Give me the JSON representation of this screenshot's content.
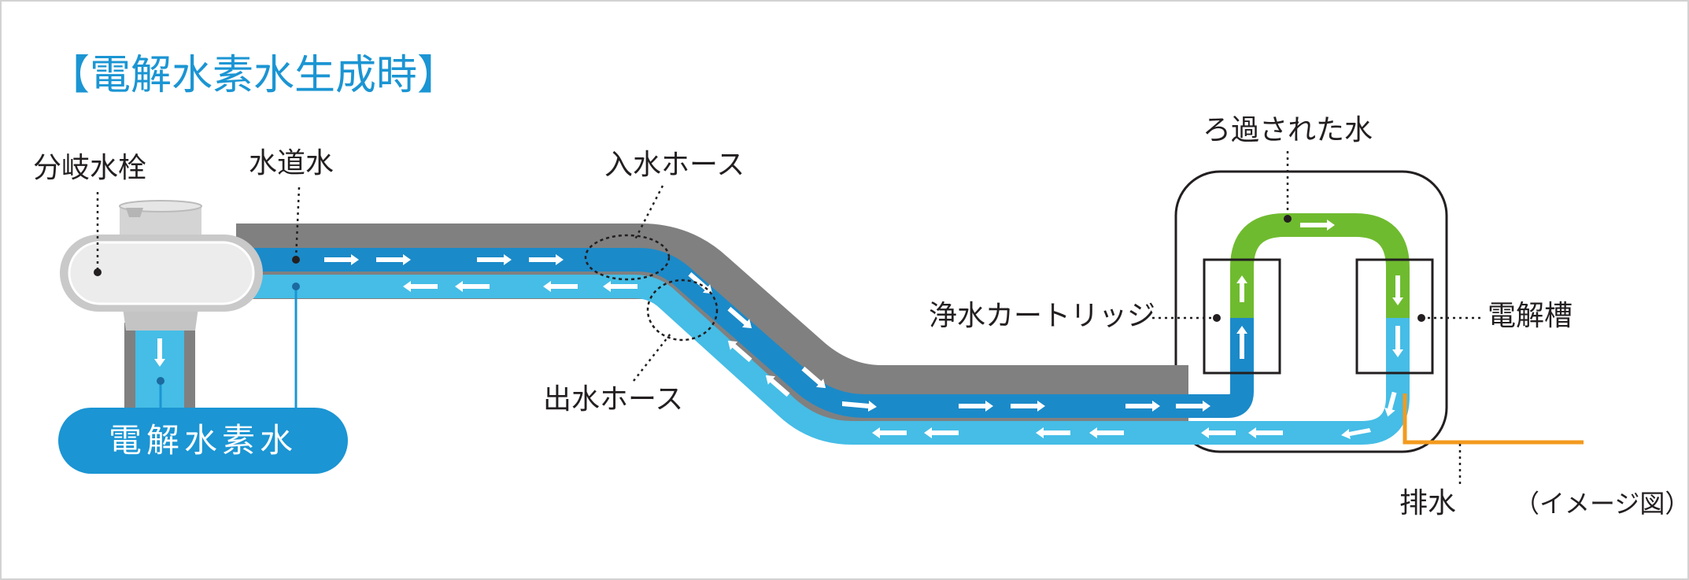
{
  "title": "【電解水素水生成時】",
  "labels": {
    "faucet": "分岐水栓",
    "tap_water": "水道水",
    "inlet_hose": "入水ホース",
    "outlet_hose": "出水ホース",
    "filtered_water": "ろ過された水",
    "cartridge": "浄水カートリッジ",
    "electrolysis_tank": "電解槽",
    "drain": "排水",
    "image_note": "（イメージ図）"
  },
  "output_badge": "電解水素水",
  "colors": {
    "title_blue": "#1b95d3",
    "tap_water_blue": "#1b8ac9",
    "output_light_blue": "#45bde6",
    "filtered_green": "#6fbb2f",
    "drain_orange": "#f39a1e",
    "hose_gray": "#808080"
  }
}
